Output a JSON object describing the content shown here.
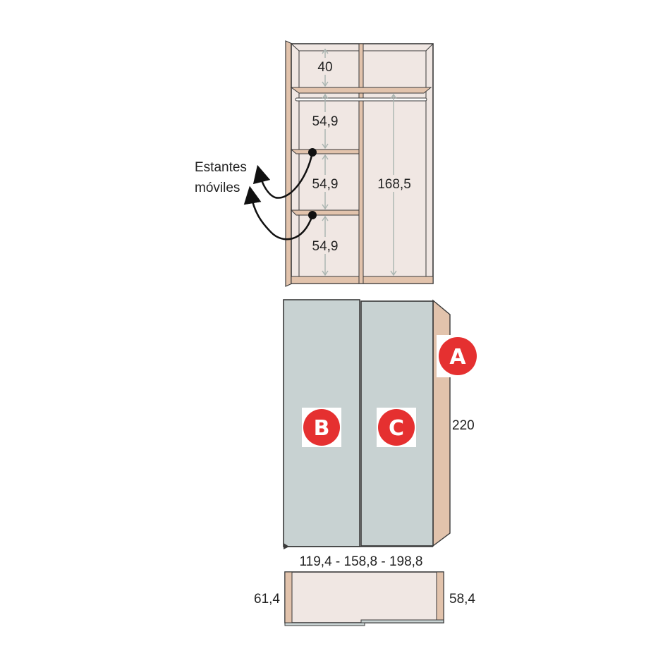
{
  "colors": {
    "wood": "#e2c3ac",
    "interior": "#f0e7e3",
    "door": "#c8d2d2",
    "outline": "#3a3a3a",
    "dimension_line": "#a9b4b0",
    "badge": "#e53030"
  },
  "interior_view": {
    "top_compartment": "40",
    "left_compartments": [
      "54,9",
      "54,9",
      "54,9"
    ],
    "right_compartment": "168,5",
    "callout_line1": "Estantes",
    "callout_line2": "móviles"
  },
  "front_view": {
    "side_badge": "A",
    "left_door_badge": "B",
    "right_door_badge": "C",
    "height": "220",
    "width_options": "119,4 - 158,8 - 198,8"
  },
  "plan_view": {
    "left_depth": "61,4",
    "right_depth": "58,4"
  }
}
